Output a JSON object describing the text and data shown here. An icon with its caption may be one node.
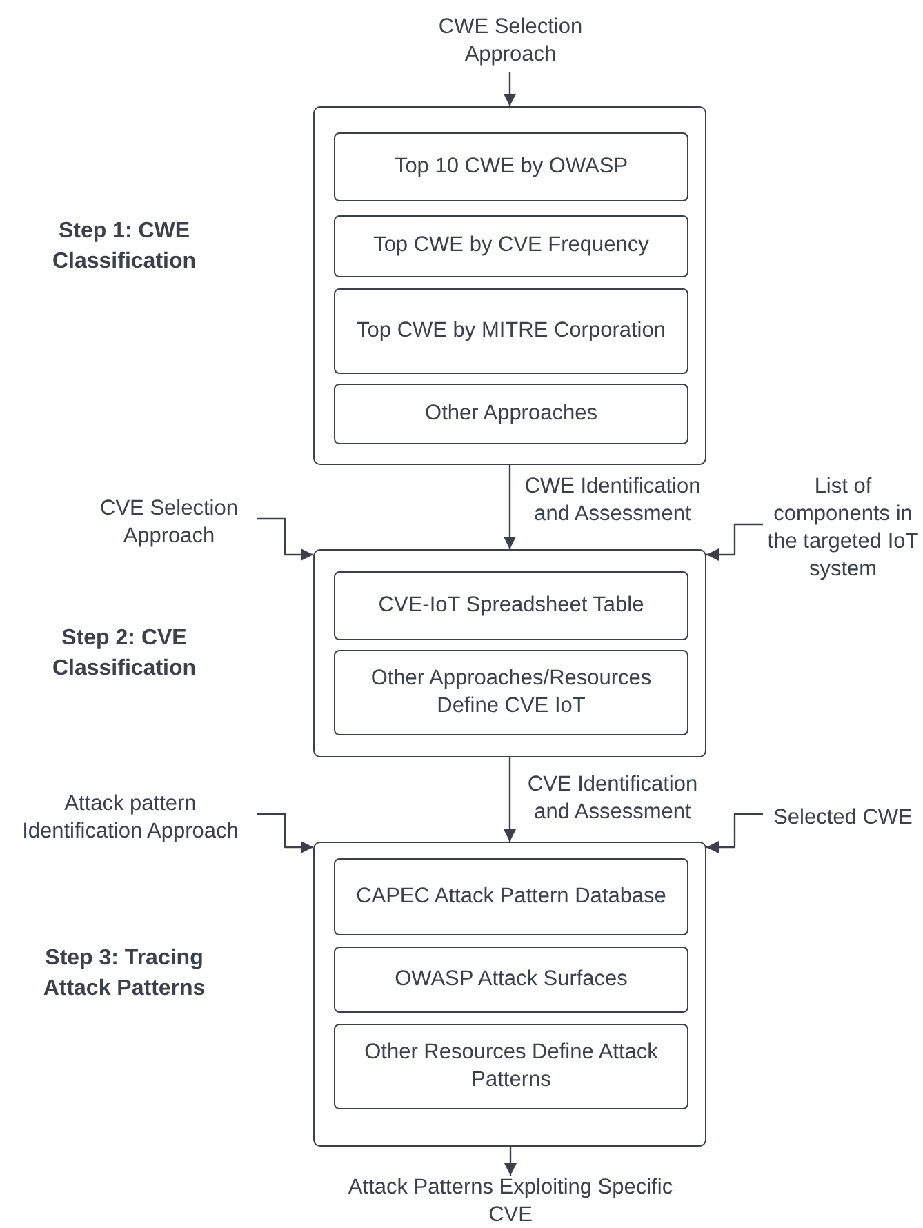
{
  "diagram": {
    "nodes": [
      {
        "text": [
          "CWE Selection Approach"
        ]
      },
      {
        "text": [],
        "shape": "box"
      },
      {
        "text": [
          "Top 10 CWE by OWASP"
        ],
        "in": 1
      },
      {
        "text": [
          "Top CWE by CVE Frequency"
        ],
        "in": 1
      },
      {
        "text": [
          "Top CWE by MITRE Corporation"
        ],
        "in": 1
      },
      {
        "text": [
          "Other Approaches"
        ],
        "in": 1
      },
      {
        "text": [],
        "shape": "box"
      },
      {
        "text": [
          "CVE-IoT Spreadsheet Table"
        ],
        "in": 6
      },
      {
        "text": [
          "Other Approaches/Resources Define CVE IoT"
        ],
        "in": 6
      },
      {
        "text": [
          "CVE Selection Approach"
        ]
      },
      {
        "text": [
          "List of components in the targeted IoT system"
        ]
      },
      {
        "text": [],
        "shape": "box"
      },
      {
        "text": [
          "CAPEC Attack Pattern Database"
        ],
        "in": 11
      },
      {
        "text": [
          "OWASP Attack Surfaces"
        ],
        "in": 11
      },
      {
        "text": [
          "Other Resources Define Attack Patterns"
        ],
        "in": 11
      },
      {
        "text": [
          "Attack pattern Identification Approach"
        ]
      },
      {
        "text": [
          "Selected CWE"
        ]
      },
      {
        "text": [
          "Attack Patterns Exploiting Specific CVE"
        ]
      }
    ],
    "edges": [
      {
        "from": 0,
        "to": 1,
        "arrow": "to"
      },
      {
        "from": 1,
        "to": 6,
        "arrow": "to",
        "label": "CWE Identification and Assessment"
      },
      {
        "from": 9,
        "to": 6,
        "arrow": "to"
      },
      {
        "from": 10,
        "to": 6,
        "arrow": "to"
      },
      {
        "from": 6,
        "to": 11,
        "arrow": "to",
        "label": "CVE Identification and Assessment"
      },
      {
        "from": 15,
        "to": 11,
        "arrow": "to"
      },
      {
        "from": 16,
        "to": 11,
        "arrow": "to"
      },
      {
        "from": 11,
        "to": 17,
        "arrow": "to"
      }
    ],
    "labels": [
      "Step 1: CWE Classification",
      "Step 2: CVE Classification",
      "Step 3: Tracing Attack Patterns"
    ]
  }
}
